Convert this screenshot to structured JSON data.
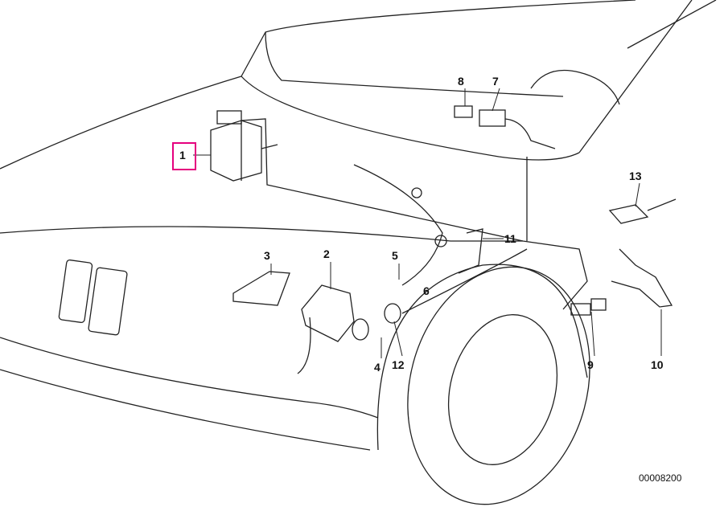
{
  "diagram": {
    "callouts": [
      {
        "label": "1",
        "part": "control-unit",
        "highlighted": true
      },
      {
        "label": "2"
      },
      {
        "label": "3"
      },
      {
        "label": "4"
      },
      {
        "label": "5"
      },
      {
        "label": "6"
      },
      {
        "label": "7"
      },
      {
        "label": "8"
      },
      {
        "label": "9"
      },
      {
        "label": "10"
      },
      {
        "label": "11"
      },
      {
        "label": "12"
      },
      {
        "label": "13"
      }
    ],
    "reference_number": "00008200",
    "highlight_color": "#e5007e"
  }
}
